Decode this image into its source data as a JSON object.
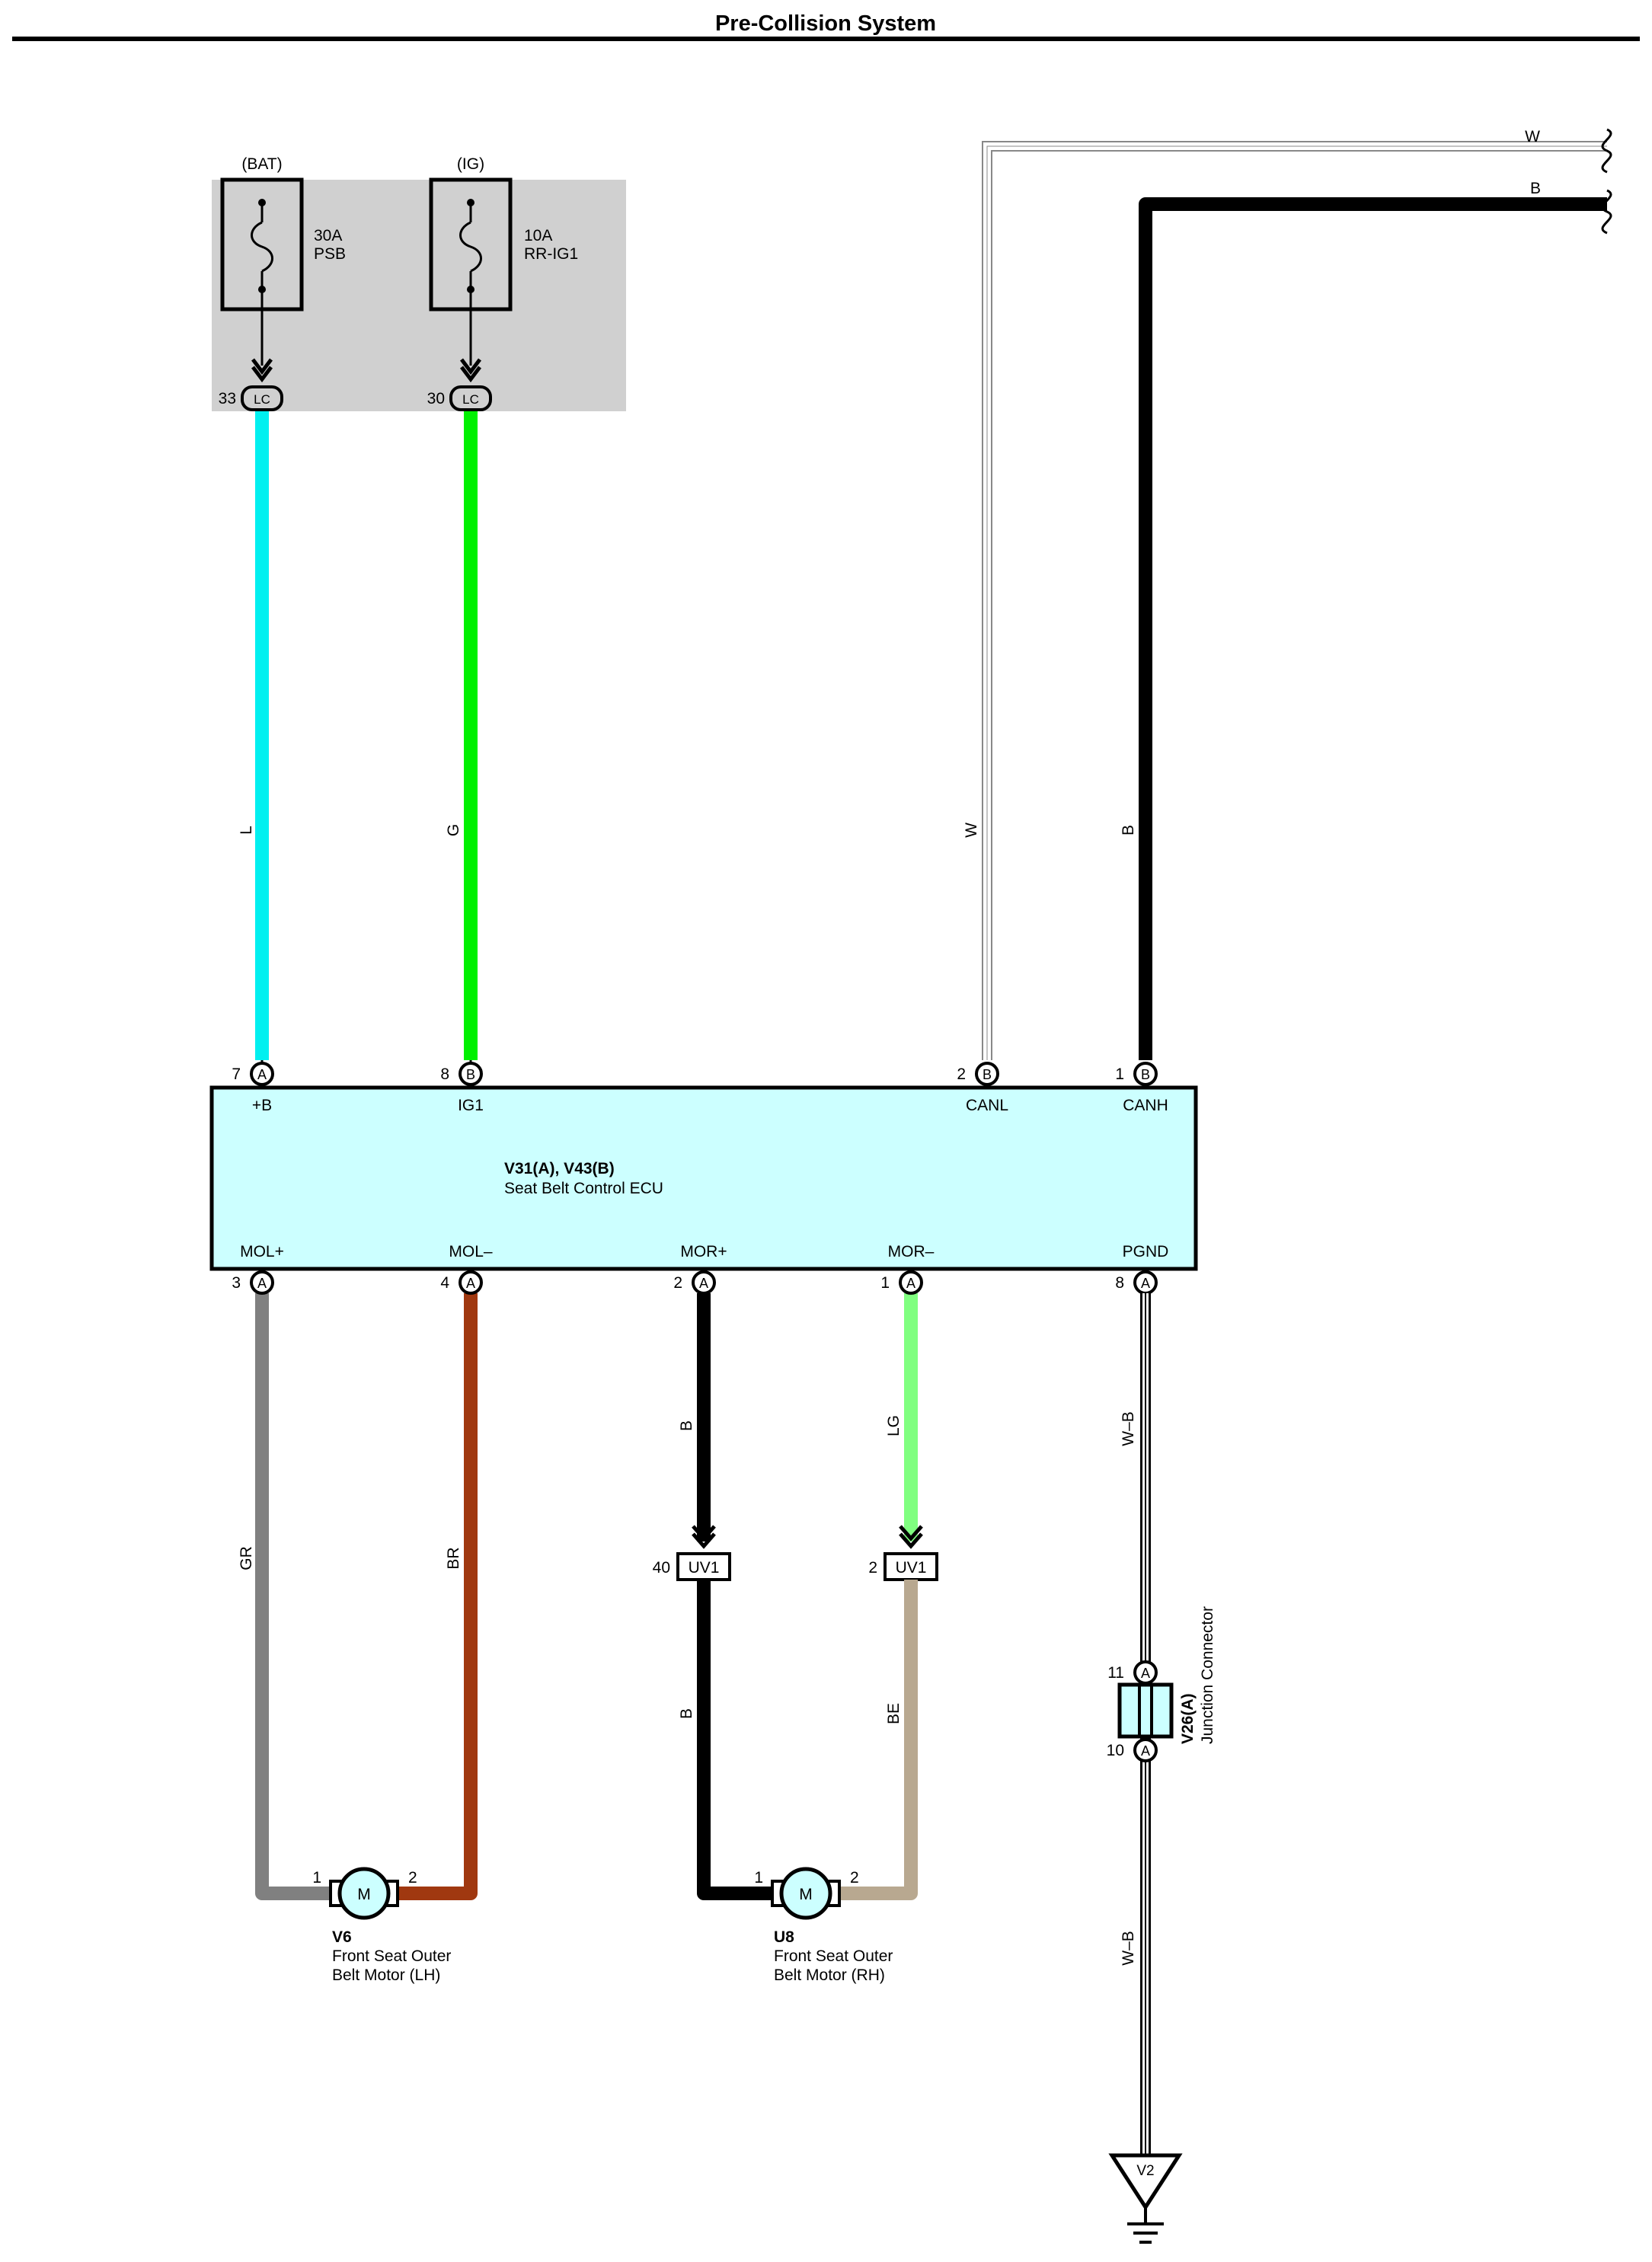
{
  "title": "Pre-Collision System",
  "colors": {
    "L": "#00f0f0",
    "G": "#00f000",
    "GR": "#808080",
    "BR": "#a03810",
    "B": "#000000",
    "LG": "#80ff80",
    "BE": "#b8a890",
    "W": "#ffffff",
    "ecu_fill": "#ccffff",
    "fuse_box_fill": "#d0d0d0"
  },
  "fuses": [
    {
      "source": "(BAT)",
      "rating": "30A",
      "name": "PSB",
      "pin": "33",
      "connector": "LC"
    },
    {
      "source": "(IG)",
      "rating": "10A",
      "name": "RR-IG1",
      "pin": "30",
      "connector": "LC"
    }
  ],
  "ecu": {
    "id": "V31(A), V43(B)",
    "name": "Seat Belt Control ECU",
    "top_pins": [
      {
        "num": "7",
        "conn": "A",
        "label": "+B",
        "wire": "L"
      },
      {
        "num": "8",
        "conn": "B",
        "label": "IG1",
        "wire": "G"
      },
      {
        "num": "2",
        "conn": "B",
        "label": "CANL",
        "wire": "W"
      },
      {
        "num": "1",
        "conn": "B",
        "label": "CANH",
        "wire": "B"
      }
    ],
    "bottom_pins": [
      {
        "num": "3",
        "conn": "A",
        "label": "MOL+",
        "wire": "GR"
      },
      {
        "num": "4",
        "conn": "A",
        "label": "MOL–",
        "wire": "BR"
      },
      {
        "num": "2",
        "conn": "A",
        "label": "MOR+",
        "wire": "B"
      },
      {
        "num": "1",
        "conn": "A",
        "label": "MOR–",
        "wire": "LG"
      },
      {
        "num": "8",
        "conn": "A",
        "label": "PGND",
        "wire": "W–B"
      }
    ]
  },
  "bus_labels": {
    "canl": "W",
    "canh": "B"
  },
  "lower_wire_labels": {
    "mor_plus": "B",
    "mor_minus": "BE"
  },
  "gnd_wire_label_lower": "W–B",
  "uv1": [
    {
      "pin": "40",
      "name": "UV1"
    },
    {
      "pin": "2",
      "name": "UV1"
    }
  ],
  "motors": [
    {
      "id": "V6",
      "line1": "Front Seat Outer",
      "line2": "Belt Motor (LH)",
      "pin1": "1",
      "pin2": "2",
      "symbol": "M"
    },
    {
      "id": "U8",
      "line1": "Front Seat Outer",
      "line2": "Belt Motor (RH)",
      "pin1": "1",
      "pin2": "2",
      "symbol": "M"
    }
  ],
  "junction": {
    "id": "V26(A)",
    "name": "Junction Connector",
    "pin_top": "11",
    "pin_bottom": "10",
    "conn": "A"
  },
  "ground": {
    "id": "V2"
  }
}
